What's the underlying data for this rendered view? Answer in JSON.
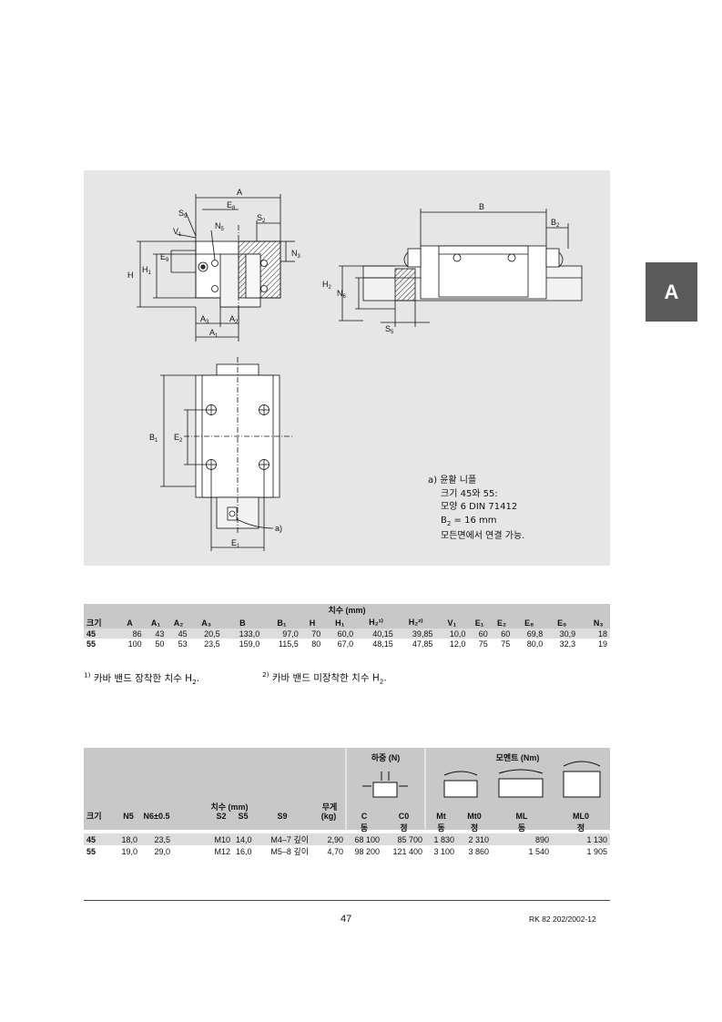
{
  "side_tab": "A",
  "note": {
    "line1": "a) 윤활 니플",
    "line2": "크기 45와 55:",
    "line3": "모양 6 DIN 71412",
    "line4_pre": "B",
    "line4_sub": "2",
    "line4_post": " = 16 mm",
    "line5": "모든면에서 연결 가능."
  },
  "drawing_labels": {
    "A": "A",
    "E8": "E",
    "E8s": "8",
    "S9": "S",
    "S9s": "9",
    "V1": "V",
    "V1s": "1",
    "N5": "N",
    "N5s": "5",
    "S2": "S",
    "S2s": "2",
    "E9": "E",
    "E9s": "9",
    "H": "H",
    "H1": "H",
    "H1s": "1",
    "N3": "N",
    "N3s": "3",
    "A3": "A",
    "A3s": "3",
    "A2": "A",
    "A2s": "2",
    "A1": "A",
    "A1s": "1",
    "B": "B",
    "B2": "B",
    "B2s": "2",
    "H2": "H",
    "H2s": "2",
    "N6": "N",
    "N6s": "6",
    "S5": "S",
    "S5s": "5",
    "B1": "B",
    "B1s": "1",
    "E2": "E",
    "E2s": "2",
    "E1": "E",
    "E1s": "1",
    "a": "a)"
  },
  "table1": {
    "group_title": "치수 (mm)",
    "headers": [
      "크기",
      "A",
      "A₁",
      "A₂",
      "A₃",
      "B",
      "B₁",
      "H",
      "H₁",
      "H₂¹⁾",
      "H₂²⁾",
      "V₁",
      "E₁",
      "E₂",
      "E₈",
      "E₉",
      "",
      "N₃"
    ],
    "rows": [
      [
        "45",
        "86",
        "43",
        "45",
        "20,5",
        "133,0",
        "97,0",
        "70",
        "60,0",
        "40,15",
        "39,85",
        "10,0",
        "60",
        "60",
        "69,8",
        "30,9",
        "",
        "18"
      ],
      [
        "55",
        "100",
        "50",
        "53",
        "23,5",
        "159,0",
        "115,5",
        "80",
        "67,0",
        "48,15",
        "47,85",
        "12,0",
        "75",
        "75",
        "80,0",
        "32,3",
        "",
        "19"
      ]
    ]
  },
  "footnotes": {
    "f1_mark": "1)",
    "f1_text": " 카바 밴드 장착한 치수 H",
    "f1_sub": "2",
    "f1_end": ".",
    "f2_mark": "2)",
    "f2_text": " 카바 밴드 미장착한 치수 H",
    "f2_sub": "2",
    "f2_end": "."
  },
  "table2": {
    "load_title": "하중 (N)",
    "moment_title": "모멘트 (Nm)",
    "dim_title": "치수 (mm)",
    "weight_title": "무게",
    "weight_unit": "(kg)",
    "headers": [
      "크기",
      "N₅",
      "N₆±0.5",
      "",
      "S₂",
      "S₅",
      "S₉",
      "",
      "C",
      "C₀",
      "Mₜ",
      "Mₜ₀",
      "M_L",
      "M_L0"
    ],
    "header_display": [
      "크기",
      "N5",
      "N6±0.5",
      "",
      "S2",
      "S5",
      "S9",
      "(kg)",
      "C",
      "C0",
      "Mt",
      "Mt0",
      "ML",
      "ML0"
    ],
    "sub_labels": [
      "동",
      "정",
      "동",
      "정",
      "동",
      "정"
    ],
    "rows": [
      [
        "45",
        "18,0",
        "23,5",
        "",
        "M10",
        "14,0",
        "M4–7 깊이",
        "2,90",
        "68 100",
        "85 700",
        "1 830",
        "2 310",
        "890",
        "1 130"
      ],
      [
        "55",
        "19,0",
        "29,0",
        "",
        "M12",
        "16,0",
        "M5–8 깊이",
        "4,70",
        "98 200",
        "121 400",
        "3 100",
        "3 860",
        "1 540",
        "1 905"
      ]
    ]
  },
  "footer": {
    "page_number": "47",
    "doc_ref": "RK 82 202/2002-12"
  }
}
